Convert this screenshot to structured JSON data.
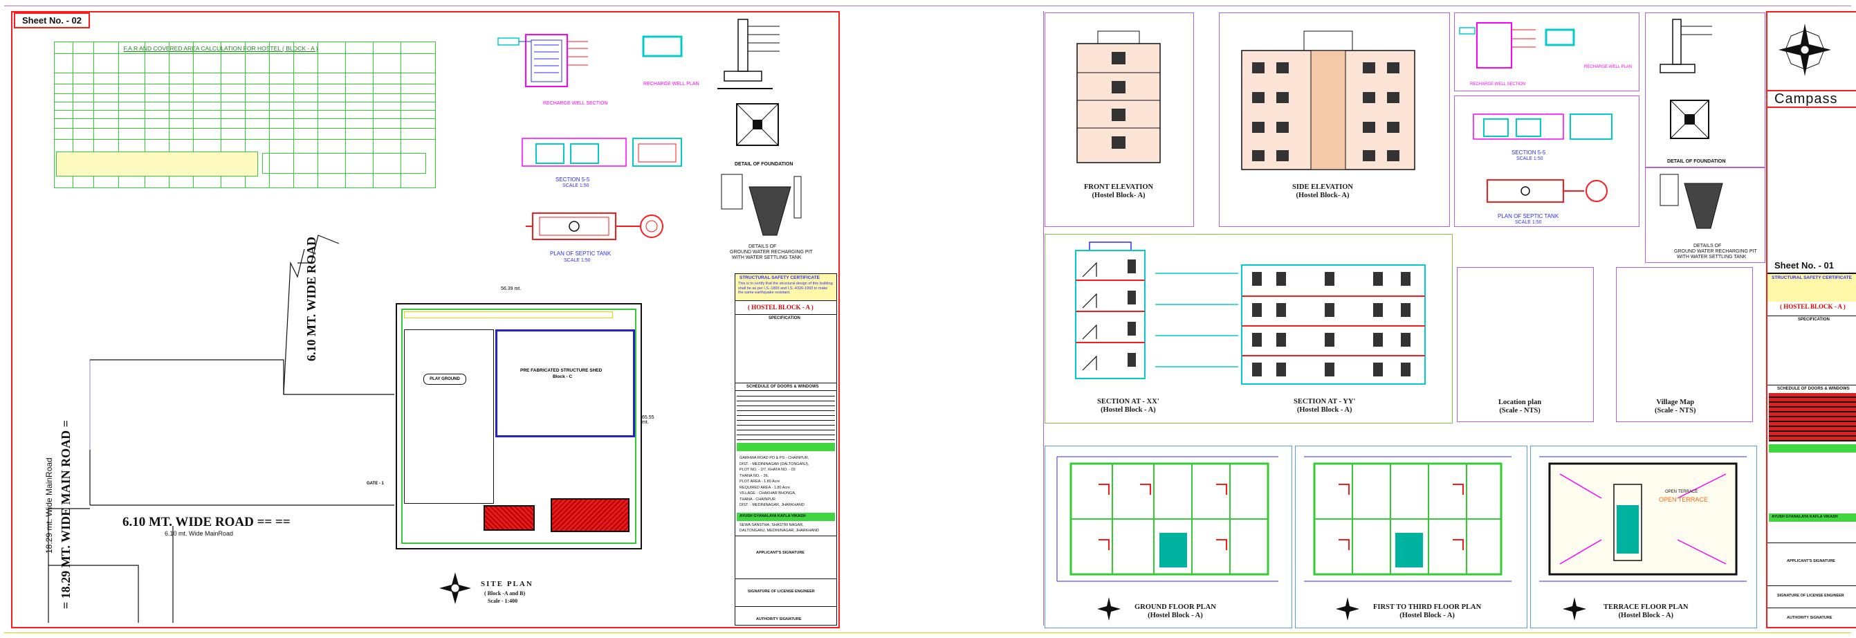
{
  "sheet1": {
    "sheet_no": "Sheet No. - 02",
    "far_table_title": "F.A.R AND COVERED AREA CALCULATION FOR HOSTEL ( BLOCK - A )",
    "site_plan_title": "SITE PLAN",
    "site_plan_sub1": "( Block -A and B)",
    "site_plan_sub2": "Scale - 1:400",
    "road_right": "6.10 MT. WIDE ROAD",
    "road_bottom": "6.10 MT. WIDE ROAD == ==",
    "road_bottom_sub": "6.10 mt. Wide MainRoad",
    "road_left_main": "= 18.29 MT. WIDE MAIN ROAD =",
    "road_left_sub": "18.29 mt. Wide MainRoad",
    "dim_top": "56.39 mt.",
    "dim_right": "65.55 mt.",
    "play_ground": "PLAY GROUND",
    "shed_label_1": "PRE FABRICATED STRUCTURE SHED",
    "shed_label_2": "Block - C",
    "gate": "GATE - 1",
    "recharge_well_section": "RECHARGE WELL SECTION",
    "recharge_well_plan": "RECHARGE WELL PLAN",
    "section_55": "SECTION 5-5",
    "scale_150": "SCALE 1:50",
    "plan_septic": "PLAN OF SEPTIC TANK",
    "detail_foundation": "DETAIL OF FOUNDATION",
    "detail_recharge_1": "DETAILS OF",
    "detail_recharge_2": "GROUND WATER RECHARGING PIT",
    "detail_recharge_3": "WITH WATER SETTLING TANK",
    "structural_cert_title": "STRUCTURAL SAFETY CERTIFICATE",
    "structural_cert_text": "This is to certify that the structural design of this building shall be as per I.S.-1893 and I.S.-4326-1993 to make the same earthquake resistant.",
    "block_title": "( HOSTEL BLOCK - A )",
    "specification": "SPECIFICATION",
    "schedule": "SCHEDULE OF DOORS & WINDOWS",
    "address_lines": [
      "GARHWA ROAD PO & PS - CHAINPUR,",
      "DIST. - MEDININAGAR (DALTONGANJ),",
      "PLOT NO. - 2/7, KHATA NO. - 03",
      "THANA NO. - 36,",
      "PLOT AREA - 1.80 Acre",
      "REQUIRED AREA - 1.80 Acre",
      "VILLAGE - CHAKHAR BHONGA,",
      "THANA - CHAINPUR",
      "DIST. - MEDININAGAR, JHARKHAND"
    ],
    "owner": "AYUSH GYANALAYA KAFLA VIKASH",
    "owner_sub1": "SEWA SANSTHA, SHASTRI NAGAR,",
    "owner_sub2": "DALTONGANJ, MEDININAGAR, JHARKHAND",
    "applicant_signature": "APPLICANT'S SIGNATURE",
    "engineer_signature": "SIGNATURE OF LICENSE ENGINEER",
    "authority_signature": "AUTHORITY SIGNATURE"
  },
  "sheet2": {
    "sheet_no": "Sheet No. - 01",
    "compass": "Campass",
    "front_elevation": "FRONT ELEVATION",
    "side_elevation": "SIDE ELEVATION",
    "hostel_block": "(Hostel Block- A)",
    "section_xx": "SECTION AT - XX'",
    "section_yy": "SECTION AT - YY'",
    "hostel_block_sp": "(Hostel Block - A)",
    "location_plan": "Location plan",
    "location_scale": "(Scale - NTS)",
    "village_map": "Village Map",
    "village_scale": "(Scale - NTS)",
    "ground_floor": "GROUND FLOOR PLAN",
    "first_floor": "FIRST TO THIRD FLOOR PLAN",
    "terrace_floor": "TERRACE FLOOR PLAN",
    "open_terrace_1": "OPEN TERRACE",
    "open_terrace_2": "OPEN TERRACE",
    "recharge_well_section": "RECHARGE WELL SECTION",
    "recharge_well_plan": "RECHARGE WELL PLAN",
    "section_55": "SECTION 5-5",
    "scale_150": "SCALE 1:50",
    "plan_septic": "PLAN OF SEPTIC TANK",
    "detail_foundation": "DETAIL OF FOUNDATION",
    "detail_recharge_1": "DETAILS OF",
    "detail_recharge_2": "GROUND WATER RECHARGING PIT",
    "detail_recharge_3": "WITH WATER SETTLING TANK",
    "structural_cert_title": "STRUCTURAL SAFETY CERTIFICATE",
    "block_title": "( HOSTEL BLOCK - A )",
    "specification": "SPECIFICATION",
    "schedule": "SCHEDULE OF DOORS & WINDOWS",
    "owner": "AYUSH GYANALAYA KAFLA VIKASH",
    "applicant_signature": "APPLICANT'S SIGNATURE",
    "engineer_signature": "SIGNATURE OF LICENSE ENGINEER",
    "authority_signature": "AUTHORITY SIGNATURE"
  },
  "colors": {
    "frame_red": "#ff1a1a",
    "panel_purple": "#b060e0",
    "panel_green": "#7fbf3f",
    "panel_blue": "#5aa0e0",
    "cad_green": "#33cc33",
    "cad_blue": "#2b2bff",
    "cad_magenta": "#ff00ff",
    "cad_cyan": "#00cccc",
    "hatch_red": "#e02020"
  }
}
